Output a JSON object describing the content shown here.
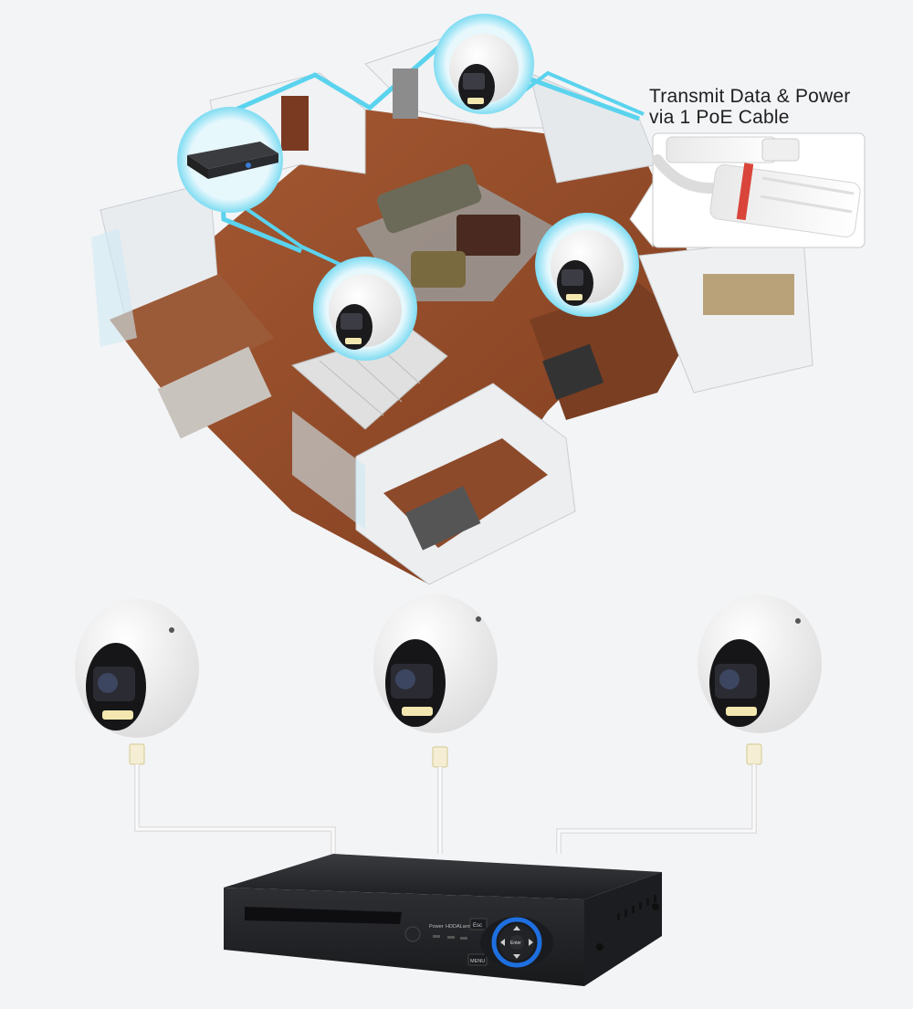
{
  "callout": {
    "line1": "Transmit Data & Power",
    "line2": "via 1 PoE Cable"
  },
  "nvr_panel": {
    "button_labels": [
      "Power",
      "HDD",
      "ALarm"
    ],
    "esc_label": "Esc",
    "enter_label": "Enter",
    "menu_label": "MENU"
  },
  "colors": {
    "highlight_cyan": "#5ad3ee",
    "floor_wood": "#9b4f2b",
    "wall_white": "#f2f2f2",
    "camera_white": "#f7f7f7",
    "nvr_body": "#2b2c2f",
    "nav_ring_blue": "#1e6fe0"
  },
  "icons": [
    "dome-camera-icon",
    "nvr-recorder-icon",
    "rj45-connector-icon",
    "poe-cable-icon",
    "navigation-pad-icon"
  ]
}
